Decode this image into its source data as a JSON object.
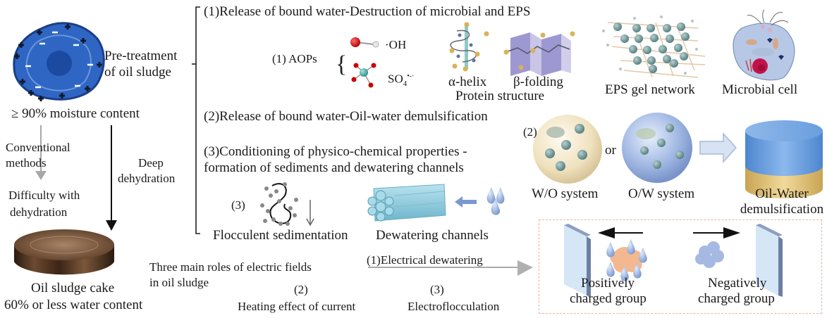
{
  "left_panel": {
    "sludge_label_line1": "Pre-treatment",
    "sludge_label_line2": "of oil sludge",
    "moisture_label": "≥ 90% moisture content",
    "conventional_line1": "Conventional",
    "conventional_line2": "methods",
    "difficulty_line1": "Difficulty with",
    "difficulty_line2": "dehydration",
    "deep_line1": "Deep",
    "deep_line2": "dehydration",
    "cake_label": "Oil  sludge cake",
    "cake_water": "60% or less water content"
  },
  "pretreatment": {
    "item1_title": "(1)Release of bound water-Destruction of microbial and EPS",
    "aops_label": "(1) AOPs",
    "oh_label": "·OH",
    "so4_label": "SO",
    "so4_sub": "4",
    "so4_sup": "•-·",
    "alpha_label": "α-helix",
    "beta_label": "β-folding",
    "protein_label": "Protein structure",
    "eps_label": "EPS gel network",
    "microbe_label": "Microbial cell",
    "item2_title": "(2)Release of bound water-Oil-water demulsification",
    "item2_marker": "(2)",
    "wo_label": "W/O system",
    "or_label": "or",
    "ow_label": "O/W system",
    "demuls_line1": "Oil-Water",
    "demuls_line2": "demulsification",
    "item3_title_line1": "(3)Conditioning of physico-chemical properties -",
    "item3_title_line2": "formation of sediments and dewatering channels",
    "item3_marker": "(3)",
    "floc_label": "Flocculent sedimentation",
    "channels_label": "Dewatering channels"
  },
  "electric": {
    "title_line1": "Three main roles of electric fields",
    "title_line2": "in oil sludge",
    "role1": "(1)Electrical dewatering",
    "role2_num": "(2)",
    "role2": "Heating effect of current",
    "role3_num": "(3)",
    "role3": "Electroflocculation",
    "positive_line1": "Positively",
    "positive_line2": "charged group",
    "negative_line1": "Negatively",
    "negative_line2": "charged group"
  },
  "colors": {
    "sludge_blue": "#2f66c4",
    "cake_brown": "#5a3b25",
    "dashed_box": "#e8b79a",
    "wo_sphere": "#efe3c4",
    "ow_sphere": "#9eb5e0",
    "demuls_top": "#7faee6",
    "demuls_bottom": "#e6c77c",
    "channel": "#8ccde0"
  }
}
